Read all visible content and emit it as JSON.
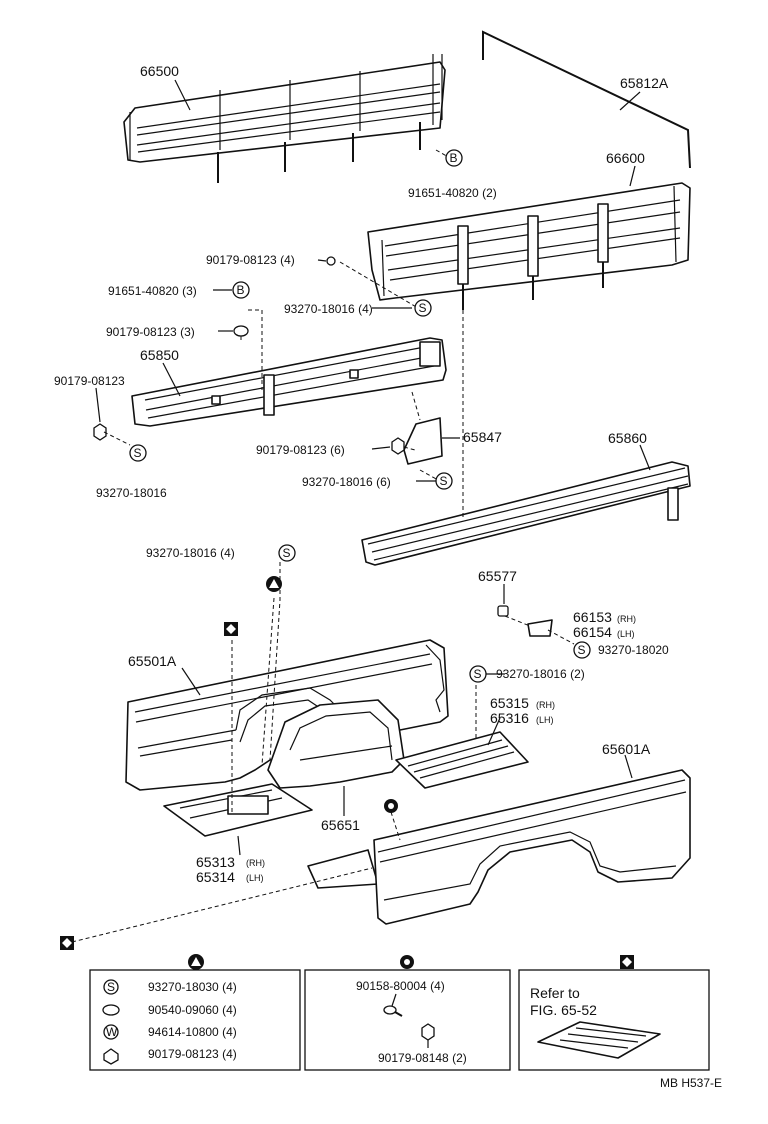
{
  "parts": {
    "p66500": "66500",
    "p65812A": "65812A",
    "p66600": "66600",
    "p65850": "65850",
    "p65847": "65847",
    "p65860": "65860",
    "p65577": "65577",
    "p66153": "66153",
    "p66154": "66154",
    "p65501A": "65501A",
    "p65315": "65315",
    "p65316": "65316",
    "p65601A": "65601A",
    "p65651": "65651",
    "p65313": "65313",
    "p65314": "65314"
  },
  "suffix": {
    "rh": "(RH)",
    "lh": "(LH)"
  },
  "callouts": {
    "c1": "91651-40820 (2)",
    "c2": "90179-08123 (4)",
    "c3": "91651-40820 (3)",
    "c4": "93270-18016 (4)",
    "c5": "90179-08123 (3)",
    "c6": "90179-08123",
    "c7": "93270-18016",
    "c8": "90179-08123 (6)",
    "c9": "93270-18016 (6)",
    "c10": "93270-18016 (4)",
    "c11": "93270-18020",
    "c12": "93270-18016 (2)"
  },
  "markers": {
    "b": "B",
    "s": "S",
    "w": "W"
  },
  "legend": {
    "box1": [
      "93270-18030 (4)",
      "90540-09060 (4)",
      "94614-10800 (4)",
      "90179-08123 (4)"
    ],
    "box2": [
      "90158-80004 (4)",
      "90179-08148 (2)"
    ],
    "box3_line1": "Refer to",
    "box3_line2": "FIG. 65-52"
  },
  "footer": "MB  H537-E"
}
